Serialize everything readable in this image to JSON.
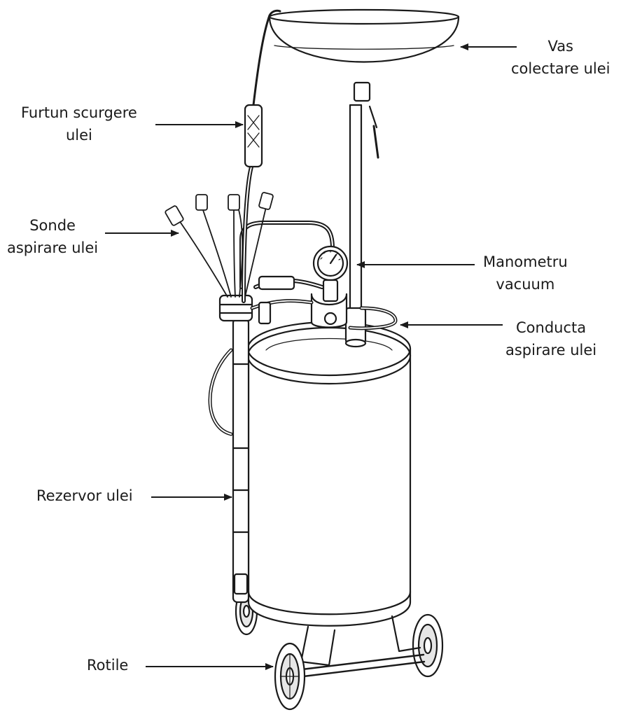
{
  "labels": {
    "vas": {
      "line1": "Vas",
      "line2": "colectare ulei"
    },
    "furtun": {
      "line1": "Furtun scurgere",
      "line2": "ulei"
    },
    "sonde": {
      "line1": "Sonde",
      "line2": "aspirare ulei"
    },
    "manometru": {
      "line1": "Manometru",
      "line2": "vacuum"
    },
    "conducta": {
      "line1": "Conducta",
      "line2": "aspirare ulei"
    },
    "rezervor": {
      "line1": "Rezervor ulei"
    },
    "rotile": {
      "line1": "Rotile"
    }
  },
  "colors": {
    "outline": "#1a1a1a",
    "fill": "#ffffff",
    "shade": "#e6e6e6"
  }
}
